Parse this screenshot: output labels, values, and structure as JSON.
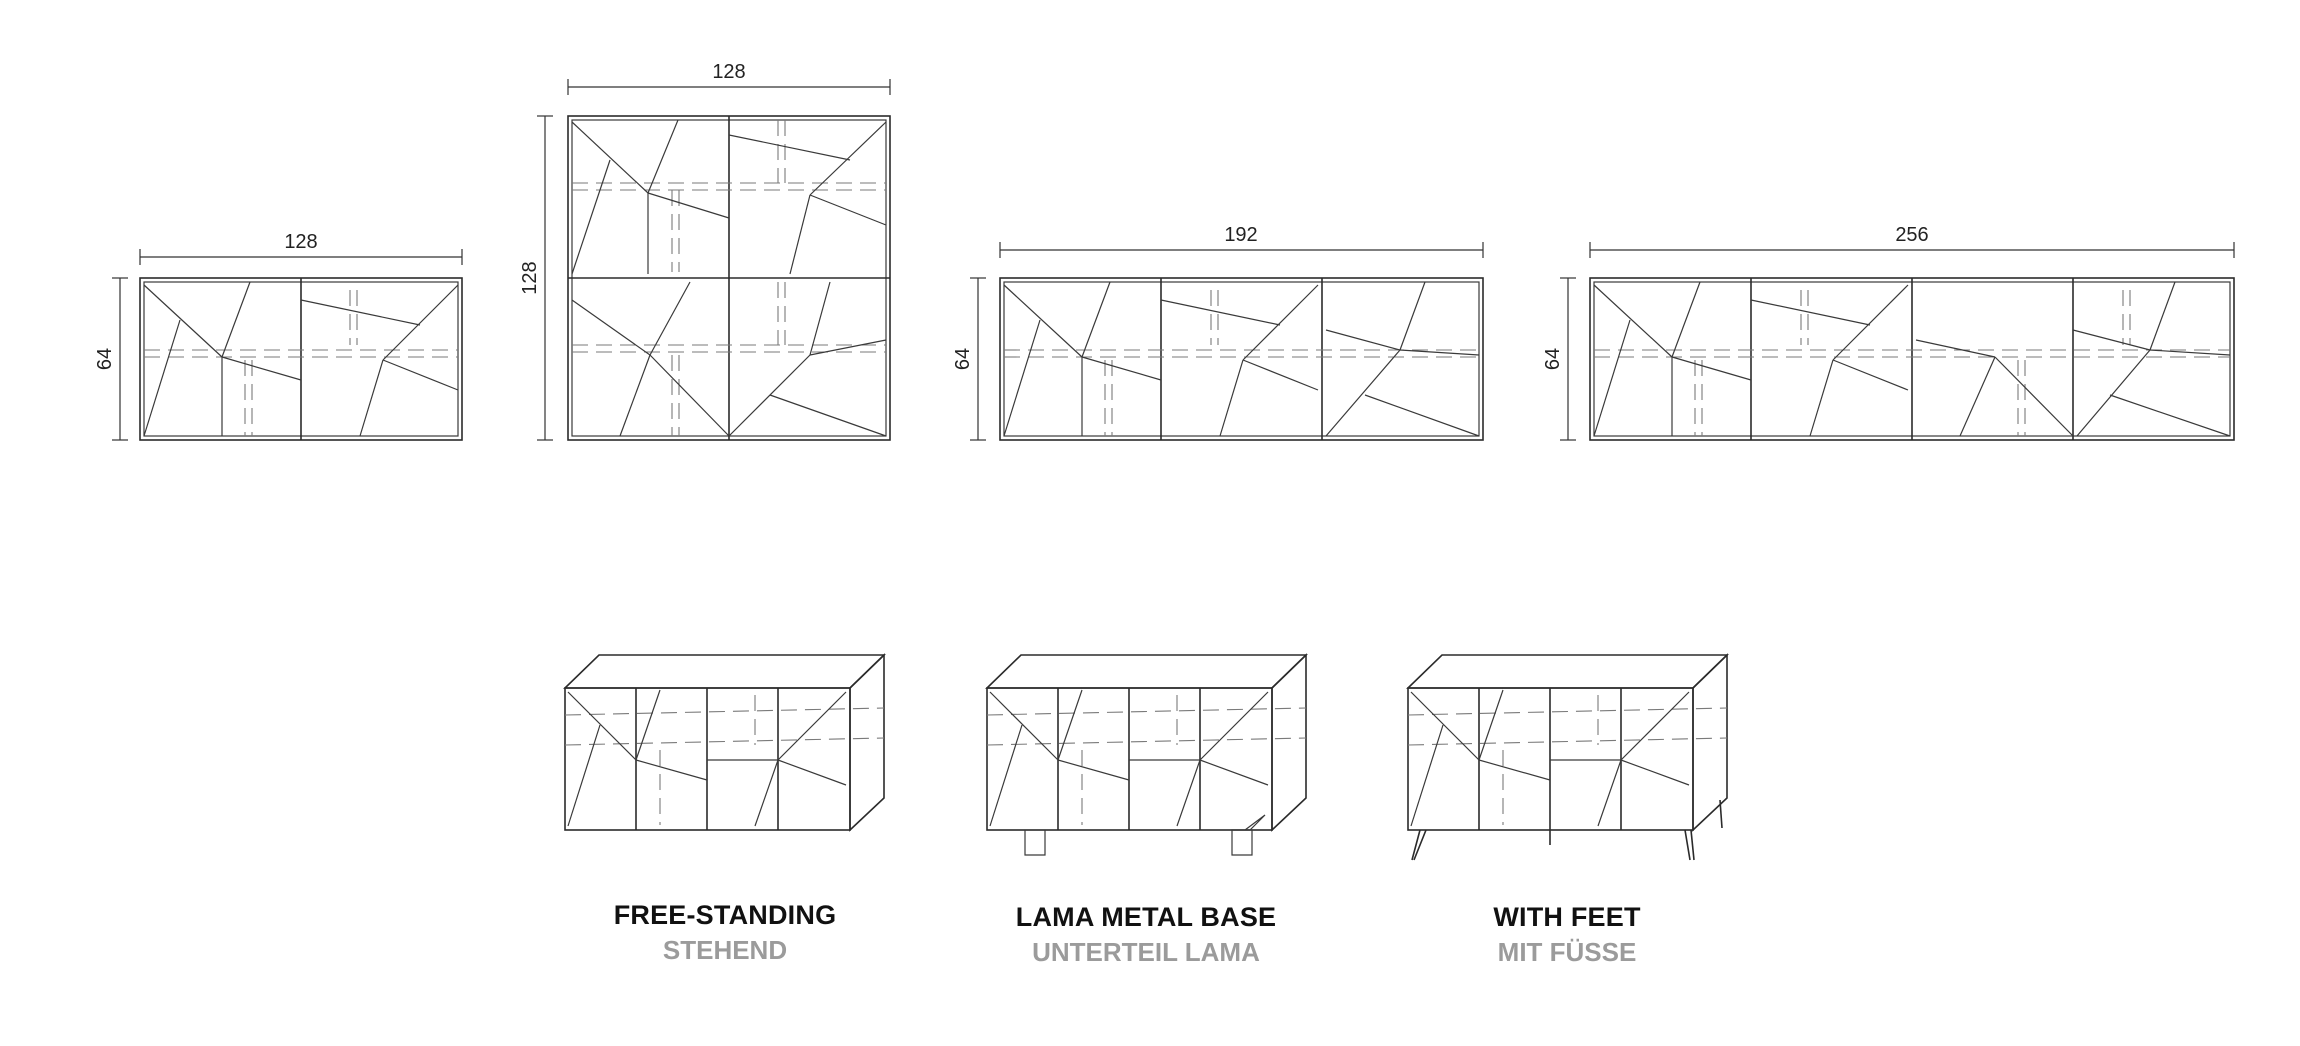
{
  "dimensions": {
    "d1_width": "128",
    "d1_height": "64",
    "d2_width": "128",
    "d2_height": "128",
    "d3_width": "192",
    "d3_height": "64",
    "d4_width": "256",
    "d4_height": "64"
  },
  "versions": [
    {
      "en": "FREE-STANDING",
      "de": "STEHEND"
    },
    {
      "en": "LAMA METAL BASE",
      "de": "UNTERTEIL LAMA"
    },
    {
      "en": "WITH FEET",
      "de": "MIT FÜSSE"
    }
  ],
  "colors": {
    "line": "#2b2b2b",
    "caption_primary": "#111111",
    "caption_secondary": "#9b9b9b"
  }
}
